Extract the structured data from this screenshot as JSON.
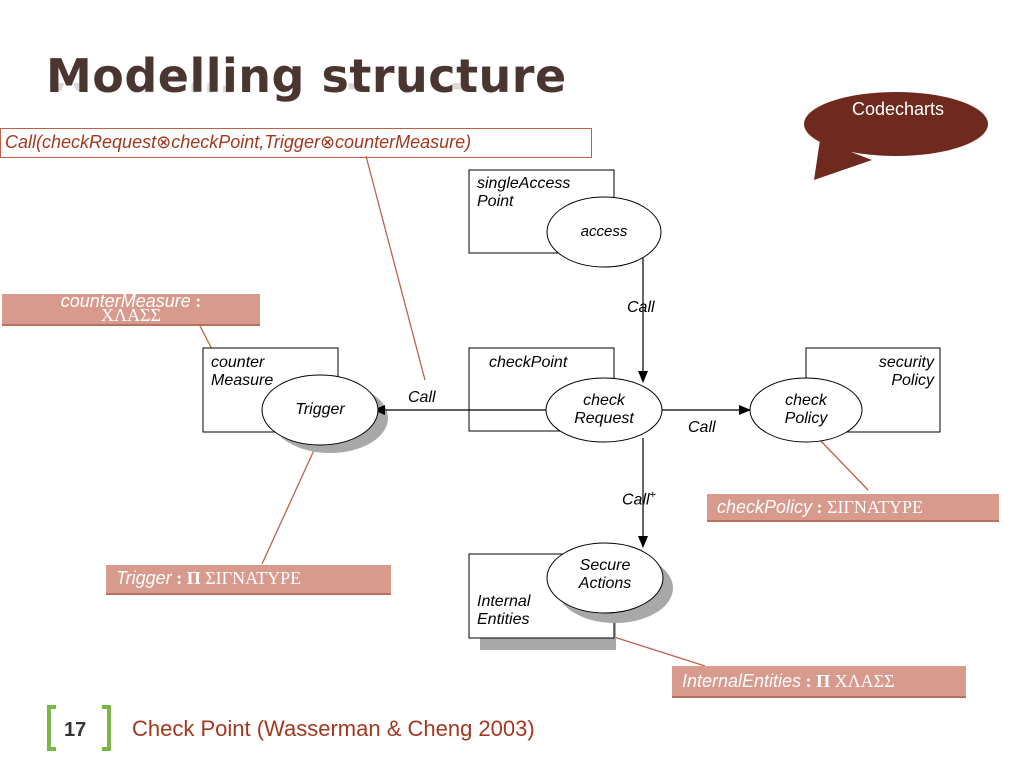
{
  "title": "Modelling structure",
  "bubble": {
    "text": "Codecharts",
    "color": "#6e2a1e"
  },
  "call_formula": {
    "prefix": "Call(",
    "arg1a": "checkRequest",
    "op1": "⊗",
    "arg1b": "checkPoint",
    "sep": ",",
    "arg2a": "Trigger",
    "op2": "⊗",
    "arg2b": "counterMeasure",
    "suffix": ")"
  },
  "labels": {
    "counterMeasure": {
      "name": "counterMeasure",
      "colon": " : ",
      "type": "ΧΛΑΣΣ"
    },
    "checkPolicy": {
      "name": "checkPolicy",
      "colon": " : ",
      "type": "ΣΙΓΝΑΤΥΡΕ"
    },
    "trigger": {
      "name": "Trigger",
      "colon": " : ",
      "pi": "Π",
      "type": " ΣΙΓΝΑΤΥΡΕ"
    },
    "internalEntities": {
      "name": "InternalEntities",
      "colon": " : ",
      "pi": "Π",
      "type": " ΧΛΑΣΣ"
    }
  },
  "diagram": {
    "boxes": {
      "singleAccessPoint": [
        "singleAccess",
        "Point"
      ],
      "checkPoint": [
        "checkPoint"
      ],
      "securityPolicy": [
        "security",
        "Policy"
      ],
      "counterMeasure": [
        "counter",
        "Measure"
      ],
      "internalEntities": [
        "Internal",
        "Entities"
      ]
    },
    "ellipses": {
      "access": [
        "access"
      ],
      "checkRequest": [
        "check",
        "Request"
      ],
      "checkPolicy": [
        "check",
        "Policy"
      ],
      "trigger": [
        "Trigger"
      ],
      "secureActions": [
        "Secure",
        "Actions"
      ]
    },
    "edges": {
      "access_to_check": "Call",
      "check_to_trigger": "Call",
      "check_to_policy": "Call",
      "check_to_secure": "Call",
      "check_to_secure_sup": "+"
    }
  },
  "footer": {
    "page_number": "17",
    "citation": "Check Point (Wasserman & Cheng 2003)"
  },
  "colors": {
    "accent": "#a2381f",
    "label_fill": "#d89a8c",
    "bracket": "#7ab648",
    "shadow": "#999999"
  }
}
